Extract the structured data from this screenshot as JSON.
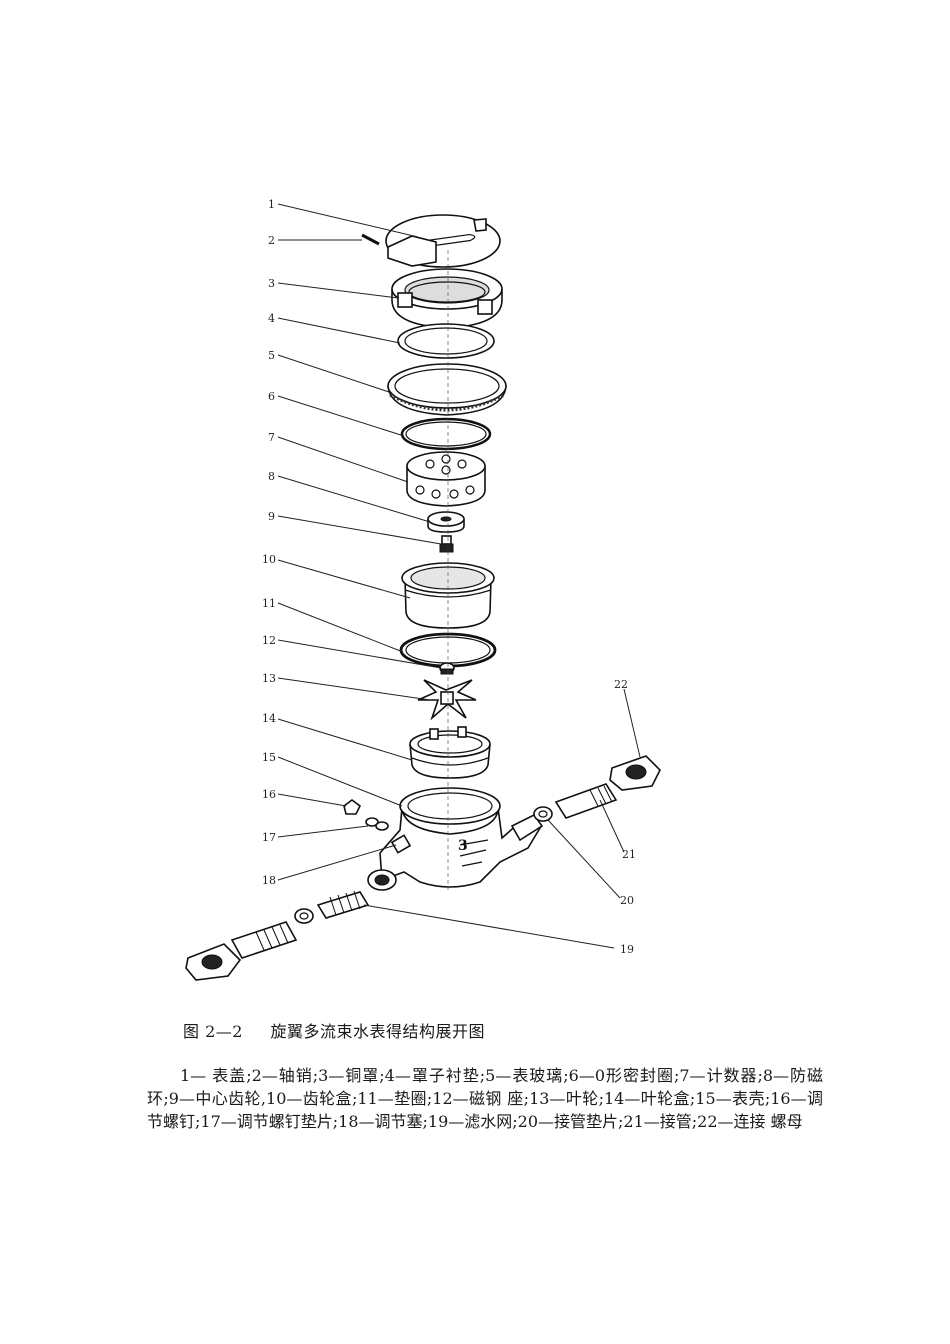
{
  "figure": {
    "callouts": [
      "1",
      "2",
      "3",
      "4",
      "5",
      "6",
      "7",
      "8",
      "9",
      "10",
      "11",
      "12",
      "13",
      "14",
      "15",
      "16",
      "17",
      "18",
      "19",
      "20",
      "21",
      "22"
    ],
    "number": "图 2—2",
    "title": "旋翼多流束水表得结构展开图"
  },
  "legend_text": "1— 表盖;2—轴销;3—铜罩;4—罩子衬垫;5—表玻璃;6—0形密封圈;7—计数器;8—防磁环;9—中心齿轮,10—齿轮盒;11—垫圈;12—磁钢 座;13—叶轮;14—叶轮盒;15—表壳;16—调节螺钉;17—调节螺钉垫片;18—调节塞;19—滤水网;20—接管垫片;21—接管;22—连接 螺母"
}
